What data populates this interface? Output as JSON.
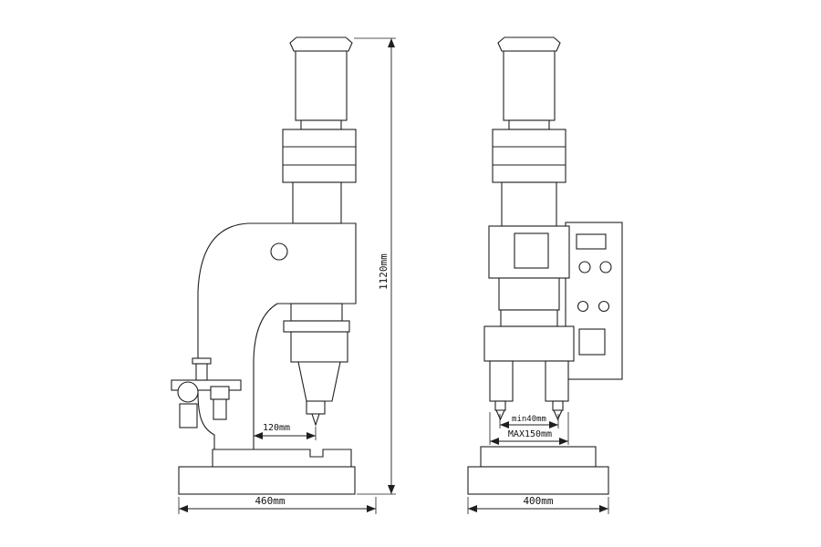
{
  "diagram": {
    "kind": "technical-drawing",
    "subject": "pneumatic forging hammer, two orthographic views with dimensions",
    "colors": {
      "line": "#1f1f1f",
      "background": "#ffffff"
    },
    "views": {
      "side": {
        "name": "side-view",
        "dimensions": {
          "overall_height": "1120mm",
          "throat_depth": "120mm",
          "base_width": "460mm"
        }
      },
      "front": {
        "name": "front-view",
        "dimensions": {
          "min_opening": "min40mm",
          "max_opening": "MAX150mm",
          "base_width": "400mm"
        }
      }
    }
  }
}
